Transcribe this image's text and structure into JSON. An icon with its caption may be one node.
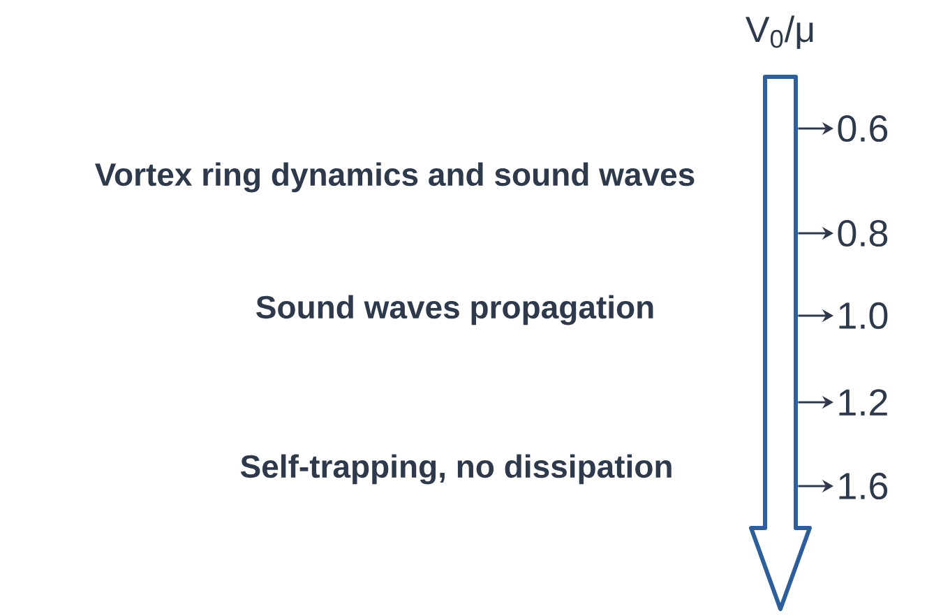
{
  "diagram": {
    "nodes": [
      {
        "text": [],
        "shape": "arrow",
        "beside": [
          "V$_{0}$/μ"
        ]
      },
      {
        "text": [
          "0.6"
        ]
      },
      {
        "text": [
          "0.8"
        ]
      },
      {
        "text": [
          "1.0"
        ]
      },
      {
        "text": [
          "1.2"
        ]
      },
      {
        "text": [
          "1.6"
        ]
      }
    ],
    "edges": [
      {
        "from": 0,
        "to": 1,
        "arrow": "to"
      },
      {
        "from": 0,
        "to": 2,
        "arrow": "to"
      },
      {
        "from": 0,
        "to": 3,
        "arrow": "to"
      },
      {
        "from": 0,
        "to": 4,
        "arrow": "to"
      },
      {
        "from": 0,
        "to": 5,
        "arrow": "to"
      }
    ],
    "labels": [
      "Vortex ring dynamics and sound waves",
      "Sound waves propagation",
      "Self-trapping, no dissipation"
    ]
  }
}
